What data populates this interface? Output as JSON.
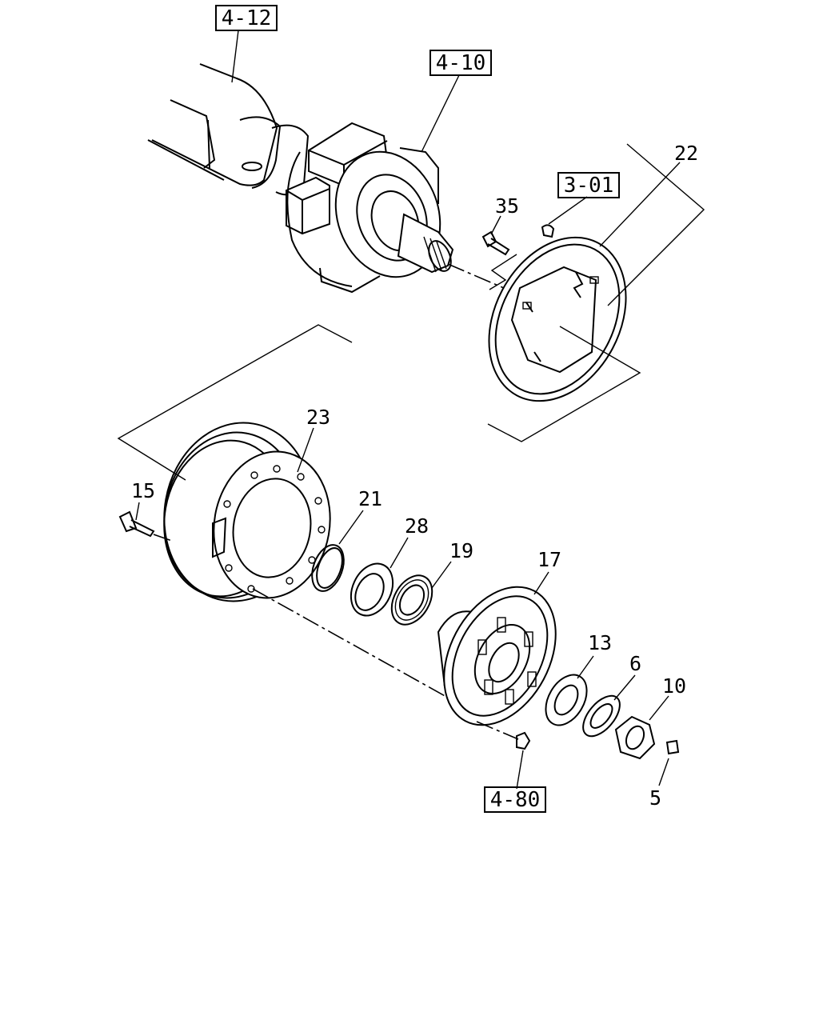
{
  "diagram": {
    "reference_boxes": [
      "4-12",
      "4-10",
      "3-01",
      "4-80"
    ],
    "part_numbers": [
      "35",
      "22",
      "23",
      "15",
      "21",
      "28",
      "19",
      "17",
      "13",
      "6",
      "10",
      "5"
    ]
  }
}
